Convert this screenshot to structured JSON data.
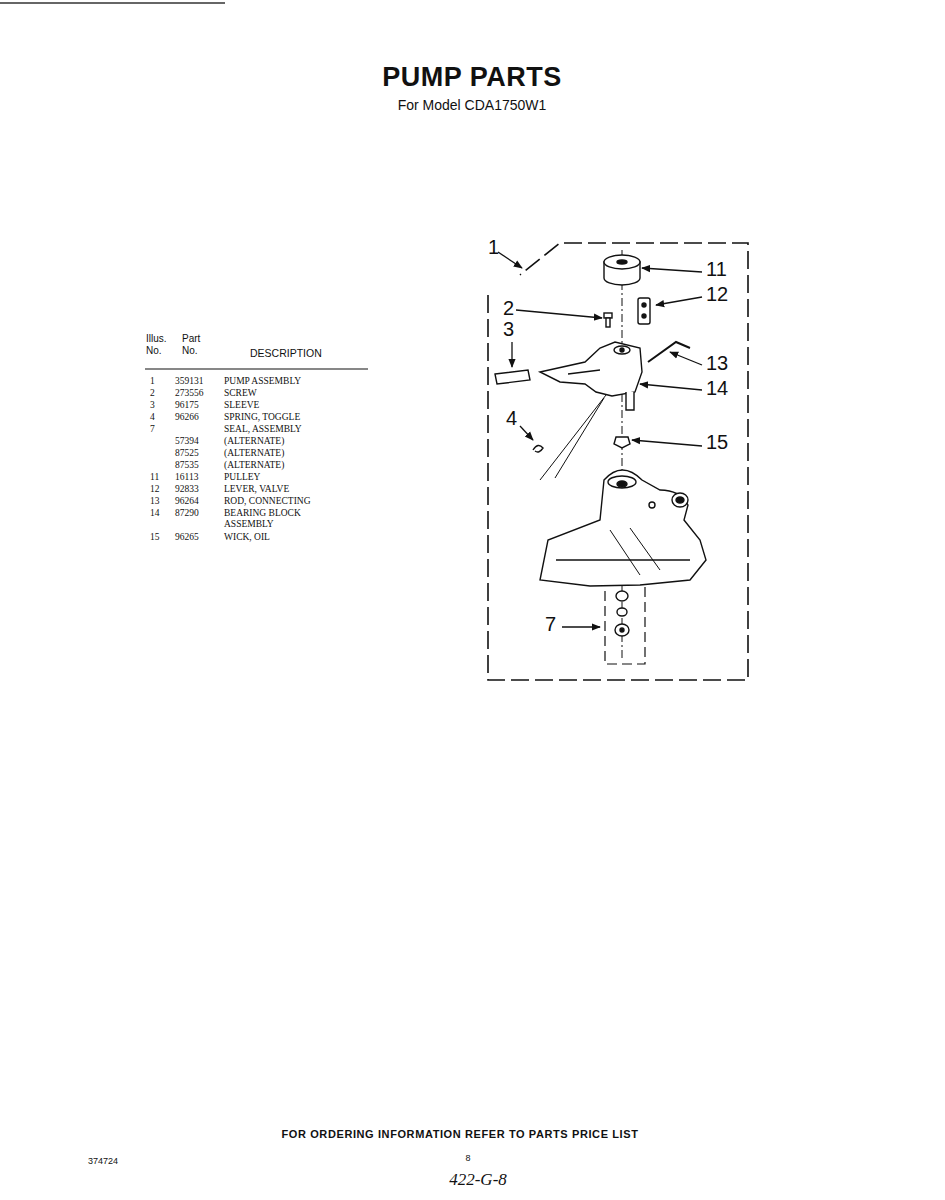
{
  "diagram": {
    "title": "PUMP PARTS",
    "labels": [
      "For Model CDA1750W1",
      "Illus. No.",
      "Part No.",
      "DESCRIPTION",
      "1",
      "359131",
      "PUMP ASSEMBLY",
      "2",
      "273556",
      "SCREW",
      "3",
      "96175",
      "SLEEVE",
      "4",
      "96266",
      "SPRING, TOGGLE",
      "7",
      "SEAL, ASSEMBLY",
      "57394",
      "(ALTERNATE)",
      "87525",
      "(ALTERNATE)",
      "87535",
      "(ALTERNATE)",
      "11",
      "16113",
      "PULLEY",
      "12",
      "92833",
      "LEVER, VALVE",
      "13",
      "96264",
      "ROD, CONNECTING",
      "14",
      "87290",
      "BEARING BLOCK ASSEMBLY",
      "15",
      "96265",
      "WICK, OIL",
      "1",
      "2",
      "3",
      "4",
      "7",
      "11",
      "12",
      "13",
      "14",
      "15",
      "FOR ORDERING INFORMATION REFER TO PARTS PRICE LIST",
      "374724",
      "8",
      "422-G-8"
    ]
  }
}
